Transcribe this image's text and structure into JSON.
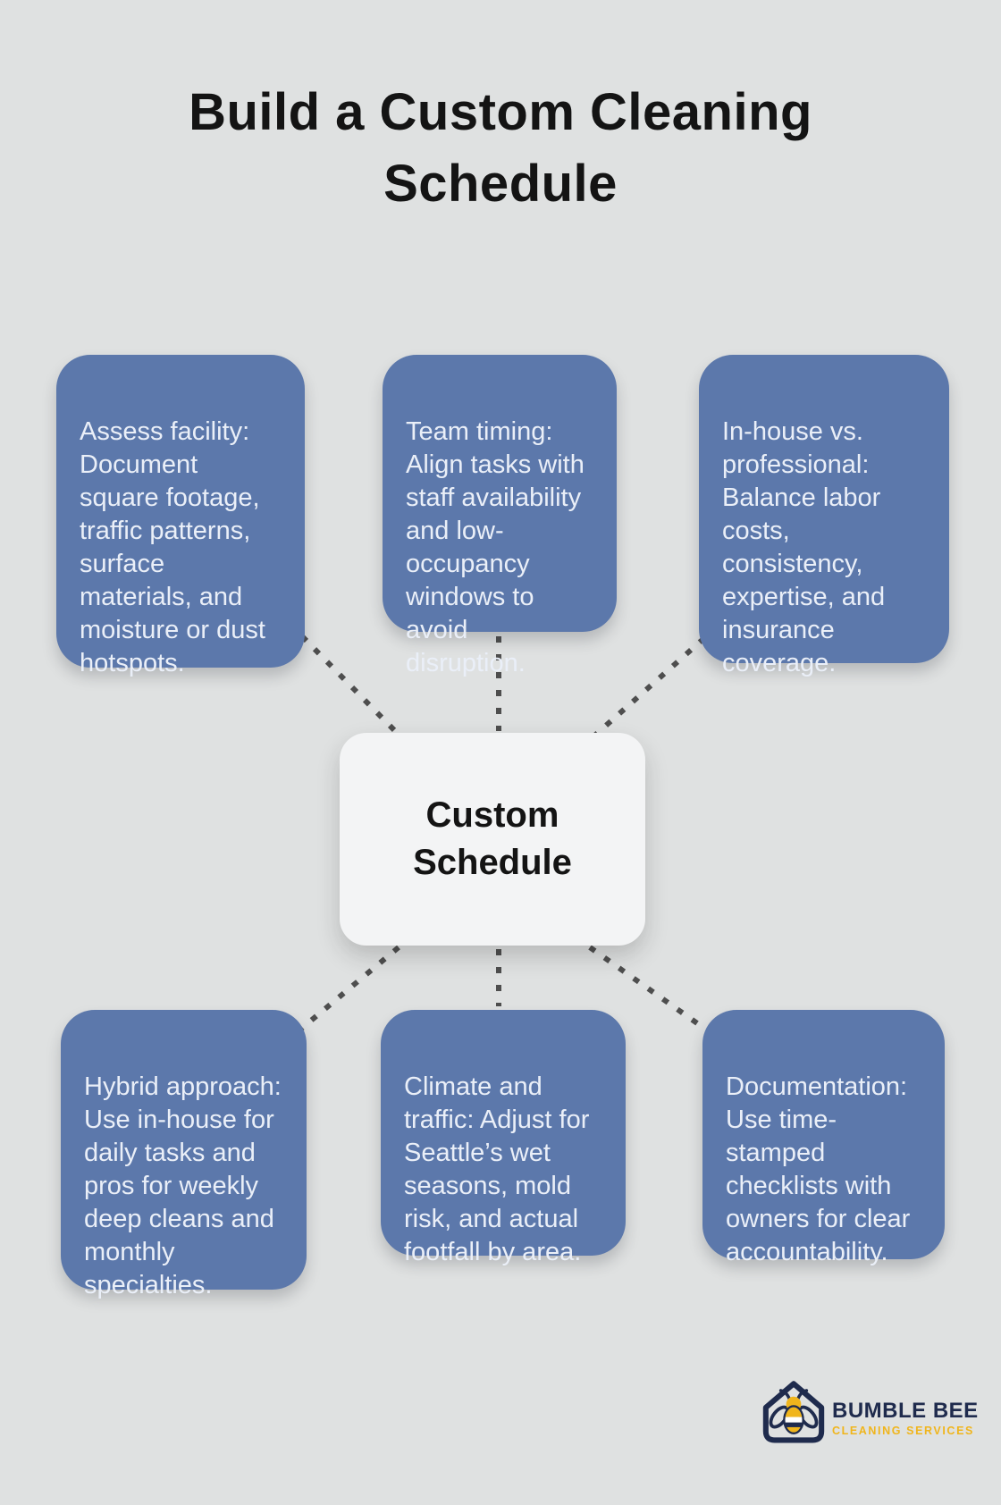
{
  "title": "Build a Custom Cleaning\nSchedule",
  "center": {
    "label": "Custom\nSchedule"
  },
  "nodes": [
    {
      "id": "assess-facility",
      "text": "Assess facility:\nDocument\nsquare footage,\ntraffic patterns,\nsurface\nmaterials, and\nmoisture or dust\nhotspots."
    },
    {
      "id": "team-timing",
      "text": "Team timing:\nAlign tasks with\nstaff availability\nand low-\noccupancy\nwindows to avoid\ndisruption."
    },
    {
      "id": "in-house-vs-professional",
      "text": "In-house vs.\nprofessional:\nBalance labor\ncosts,\nconsistency,\nexpertise, and\ninsurance\ncoverage."
    },
    {
      "id": "hybrid-approach",
      "text": "Hybrid approach:\nUse in-house for\ndaily tasks and\npros for weekly\ndeep cleans and\nmonthly\nspecialties."
    },
    {
      "id": "climate-and-traffic",
      "text": "Climate and\ntraffic: Adjust for\nSeattle’s wet\nseasons, mold\nrisk, and actual\nfootfall by area."
    },
    {
      "id": "documentation",
      "text": "Documentation:\nUse time-\nstamped\nchecklists with\nowners for clear\naccountability."
    }
  ],
  "logo": {
    "brand": "BUMBLE BEE",
    "tagline": "CLEANING SERVICES"
  },
  "colors": {
    "background": "#dfe1e1",
    "node_fill": "#5c78ab",
    "node_text": "#eaeff8",
    "center_fill": "#f3f4f5",
    "title_text": "#141414",
    "connector": "#4e4e4e",
    "brand_navy": "#1f2b4d",
    "brand_yellow": "#f0b51c"
  }
}
